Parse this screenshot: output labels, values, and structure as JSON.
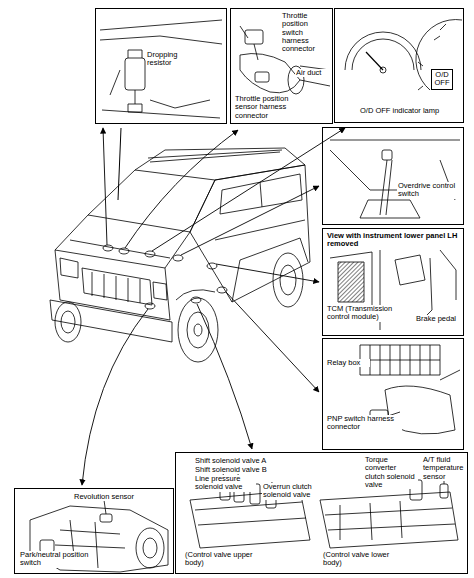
{
  "diagram": {
    "nodes": [
      {
        "text": [
          "Dropping resistor"
        ]
      },
      {
        "text": [
          "Throttle position switch harness connector",
          "Air duct",
          "Throttle position sensor harness connector"
        ]
      },
      {
        "text": [
          "O/D OFF",
          "O/D OFF indicator lamp"
        ]
      },
      {
        "text": [
          "Overdrive control switch"
        ]
      },
      {
        "text": [
          "View with instrument lower panel LH removed",
          "TCM (Transmission control module)",
          "Brake pedal"
        ]
      },
      {
        "text": [
          "Relay box",
          "PNP switch harness connector"
        ]
      },
      {
        "text": [
          "Revolution sensor",
          "Park/neutral position switch"
        ]
      },
      {
        "text": [
          "Shift solenoid valve A",
          "Shift solenoid valve B",
          "Line pressure solenoid valve",
          "Overrun clutch solenoid valve",
          "Torque converter clutch solenoid valve",
          "A/T fluid temperature sensor",
          "(Control valve upper body)",
          "(Control valve lower body)"
        ]
      }
    ]
  }
}
